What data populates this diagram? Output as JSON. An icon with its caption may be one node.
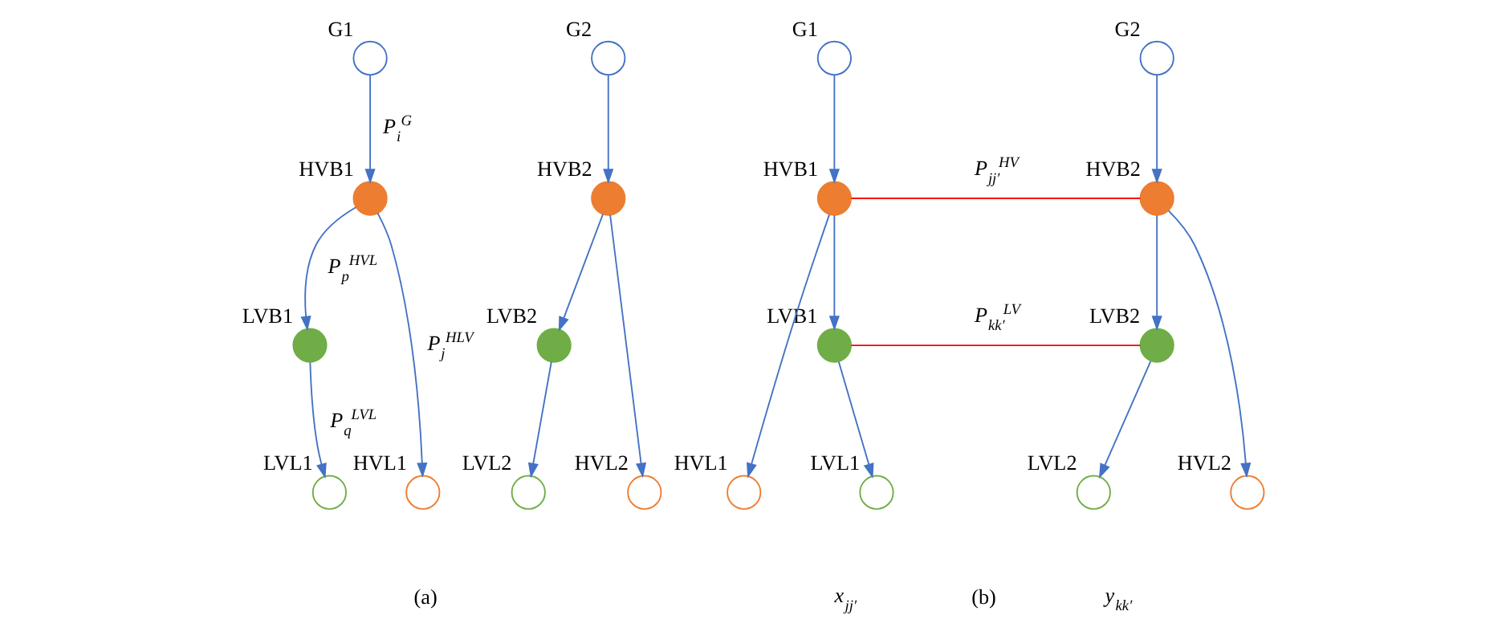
{
  "diagram": {
    "nodes": [
      {
        "text": [],
        "shape": "circle",
        "beside": [
          "G1"
        ]
      },
      {
        "text": [],
        "shape": "circle",
        "beside": [
          "HVB1"
        ]
      },
      {
        "text": [],
        "shape": "circle",
        "beside": [
          "LVB1"
        ]
      },
      {
        "text": [],
        "shape": "circle",
        "beside": [
          "HVL1"
        ]
      },
      {
        "text": [],
        "shape": "circle",
        "beside": [
          "LVL1"
        ]
      },
      {
        "text": [],
        "shape": "circle",
        "beside": [
          "G2"
        ]
      },
      {
        "text": [],
        "shape": "circle",
        "beside": [
          "HVB2"
        ]
      },
      {
        "text": [],
        "shape": "circle",
        "beside": [
          "LVB2"
        ]
      },
      {
        "text": [],
        "shape": "circle",
        "beside": [
          "LVL2"
        ]
      },
      {
        "text": [],
        "shape": "circle",
        "beside": [
          "HVL2"
        ]
      },
      {
        "text": [],
        "shape": "circle",
        "beside": [
          "G1"
        ]
      },
      {
        "text": [],
        "shape": "circle",
        "beside": [
          "G2"
        ]
      },
      {
        "text": [],
        "shape": "circle",
        "beside": [
          "HVB1"
        ]
      },
      {
        "text": [],
        "shape": "circle",
        "beside": [
          "HVB2"
        ]
      },
      {
        "text": [],
        "shape": "circle",
        "beside": [
          "LVB1"
        ]
      },
      {
        "text": [],
        "shape": "circle",
        "beside": [
          "LVB2"
        ]
      },
      {
        "text": [],
        "shape": "circle",
        "beside": [
          "HVL1"
        ]
      },
      {
        "text": [],
        "shape": "circle",
        "beside": [
          "LVL1"
        ]
      },
      {
        "text": [],
        "shape": "circle",
        "beside": [
          "LVL2"
        ]
      },
      {
        "text": [],
        "shape": "circle",
        "beside": [
          "HVL2"
        ]
      }
    ],
    "edges": [
      {
        "from": 0,
        "to": 1,
        "arrow": "to",
        "label": "P$_{i}$$^{G}$"
      },
      {
        "from": 1,
        "to": 3,
        "arrow": "to",
        "label": "P$_{j}$$^{HLV}$"
      },
      {
        "from": 1,
        "to": 2,
        "arrow": "to",
        "label": "P$_{p}$$^{HVL}$"
      },
      {
        "from": 2,
        "to": 4,
        "arrow": "to",
        "label": "P$_{q}$$^{LVL}$"
      },
      {
        "from": 5,
        "to": 6,
        "arrow": "to"
      },
      {
        "from": 6,
        "to": 7,
        "arrow": "to"
      },
      {
        "from": 7,
        "to": 8,
        "arrow": "to"
      },
      {
        "from": 6,
        "to": 9,
        "arrow": "to"
      },
      {
        "from": 10,
        "to": 12,
        "arrow": "to"
      },
      {
        "from": 11,
        "to": 13,
        "arrow": "to"
      },
      {
        "from": 12,
        "to": 16,
        "arrow": "to"
      },
      {
        "from": 12,
        "to": 14,
        "arrow": "to"
      },
      {
        "from": 14,
        "to": 17,
        "arrow": "to"
      },
      {
        "from": 13,
        "to": 15,
        "arrow": "to"
      },
      {
        "from": 15,
        "to": 18,
        "arrow": "to"
      },
      {
        "from": 13,
        "to": 19,
        "arrow": "to"
      },
      {
        "from": 12,
        "to": 13,
        "arrow": "none",
        "label": "P$_{jj′}$$^{HV}$",
        "color": "#ff0000"
      },
      {
        "from": 14,
        "to": 15,
        "arrow": "none",
        "label": "P$_{kk′}$$^{LV}$",
        "color": "#ff0000"
      }
    ],
    "labels": [
      "x$_{jj′}$",
      "y$_{kk′}$",
      "(a)",
      "(b)"
    ]
  }
}
